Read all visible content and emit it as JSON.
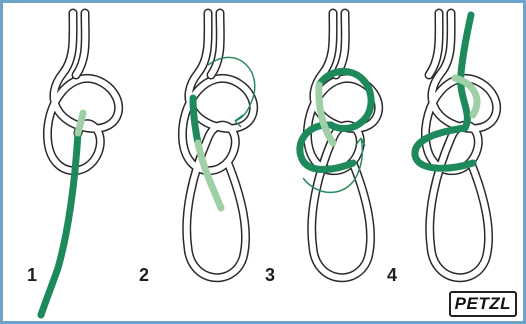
{
  "steps": [
    {
      "number": "1"
    },
    {
      "number": "2"
    },
    {
      "number": "3"
    },
    {
      "number": "4"
    }
  ],
  "brand": {
    "text": "PETZL"
  },
  "colors": {
    "border": "#6ea4c9",
    "rope_green": "#1e8a5c",
    "rope_green_light": "#9fcfa6",
    "rope_outline": "#2a2a2a"
  }
}
